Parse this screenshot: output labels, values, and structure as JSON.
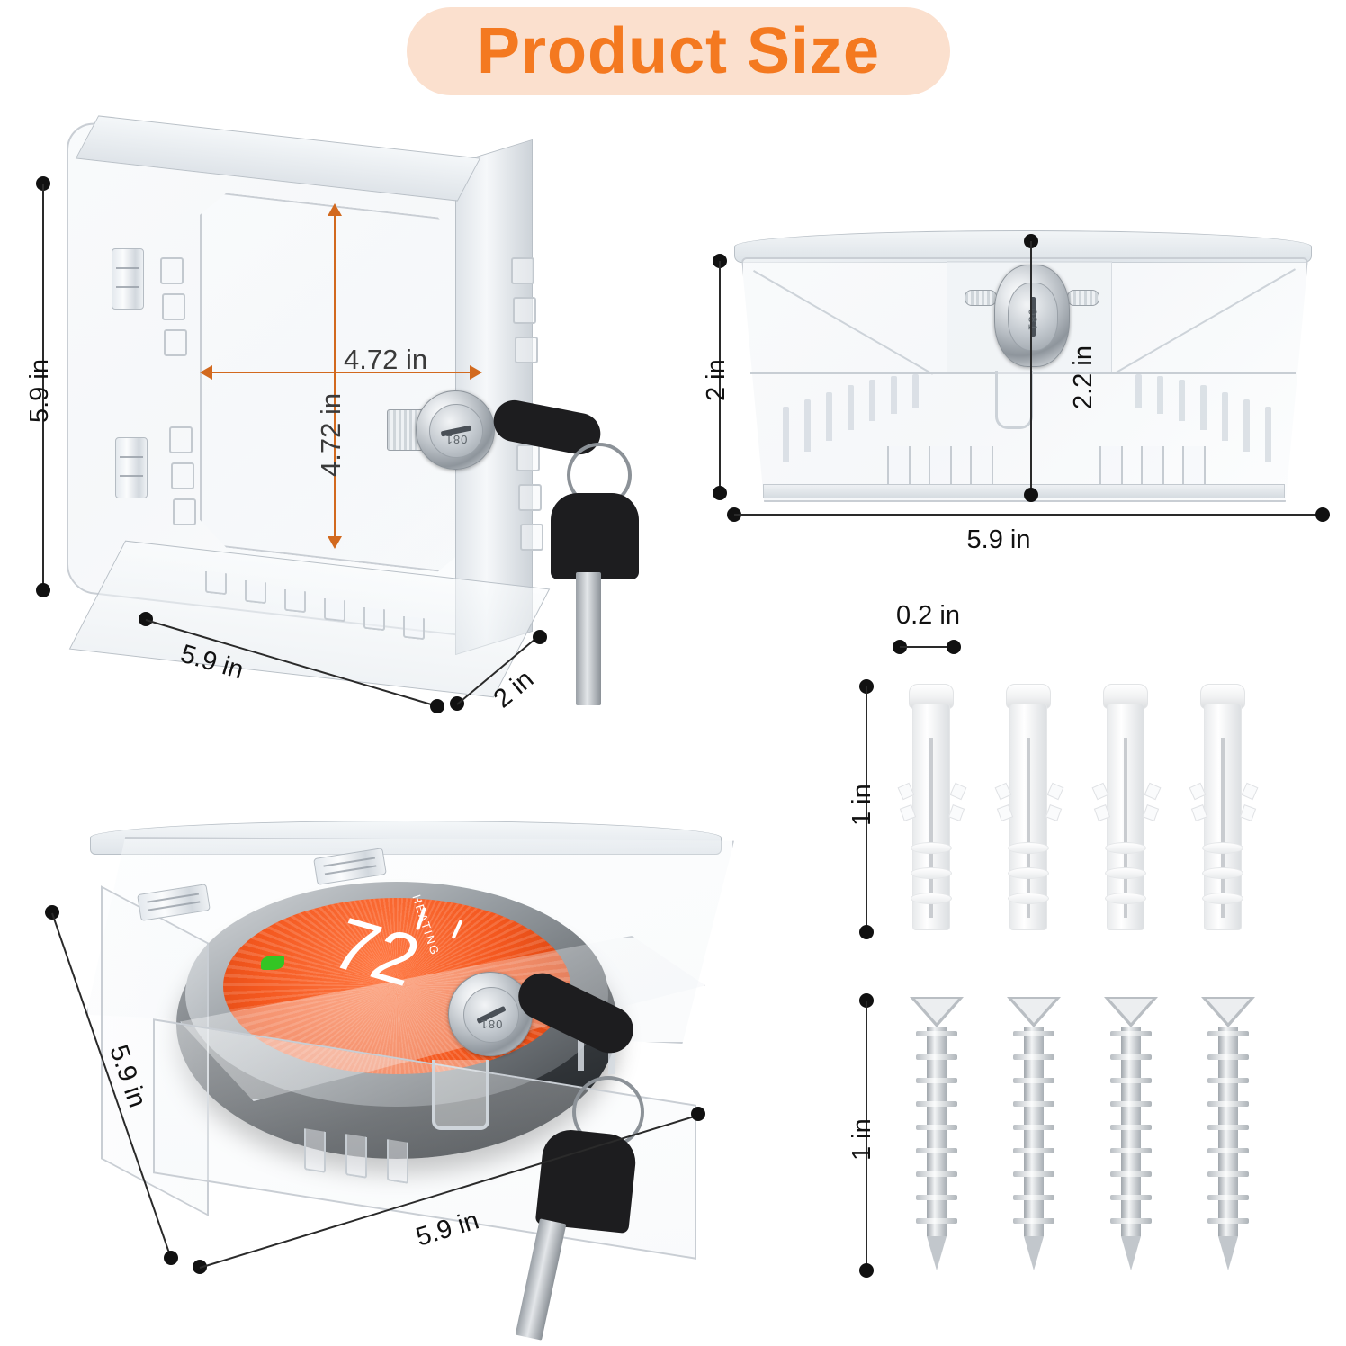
{
  "title": {
    "text": "Product Size",
    "text_color": "#F47920",
    "background_color": "#FBE0CE"
  },
  "diagrams": {
    "cover_angled": {
      "name": "Thermostat lock box - angled view",
      "dimensions": {
        "height": "5.9 in",
        "width": "5.9 in",
        "depth": "2 in",
        "inner_width": "4.72 in",
        "inner_height": "4.72 in"
      },
      "lock_code": "081"
    },
    "cover_front": {
      "name": "Thermostat lock box - front/bottom view",
      "dimensions": {
        "height": "2 in",
        "width": "5.9 in",
        "inner_height": "2.2 in"
      },
      "lock_code": "081"
    },
    "cover_with_thermostat": {
      "name": "Lock box installed over thermostat",
      "dimensions": {
        "width": "5.9 in",
        "depth": "5.9 in"
      },
      "lock_code": "081",
      "thermostat": {
        "temperature": "72",
        "mode": "HEATING",
        "dial_color": "#F4581F",
        "eco_leaf_color": "#34C524"
      }
    },
    "wall_anchors": {
      "name": "Plastic wall anchors",
      "count": 4,
      "dimensions": {
        "width": "0.2 in",
        "length": "1 in"
      }
    },
    "screws": {
      "name": "Mounting screws",
      "count": 4,
      "dimensions": {
        "length": "1 in"
      }
    }
  }
}
